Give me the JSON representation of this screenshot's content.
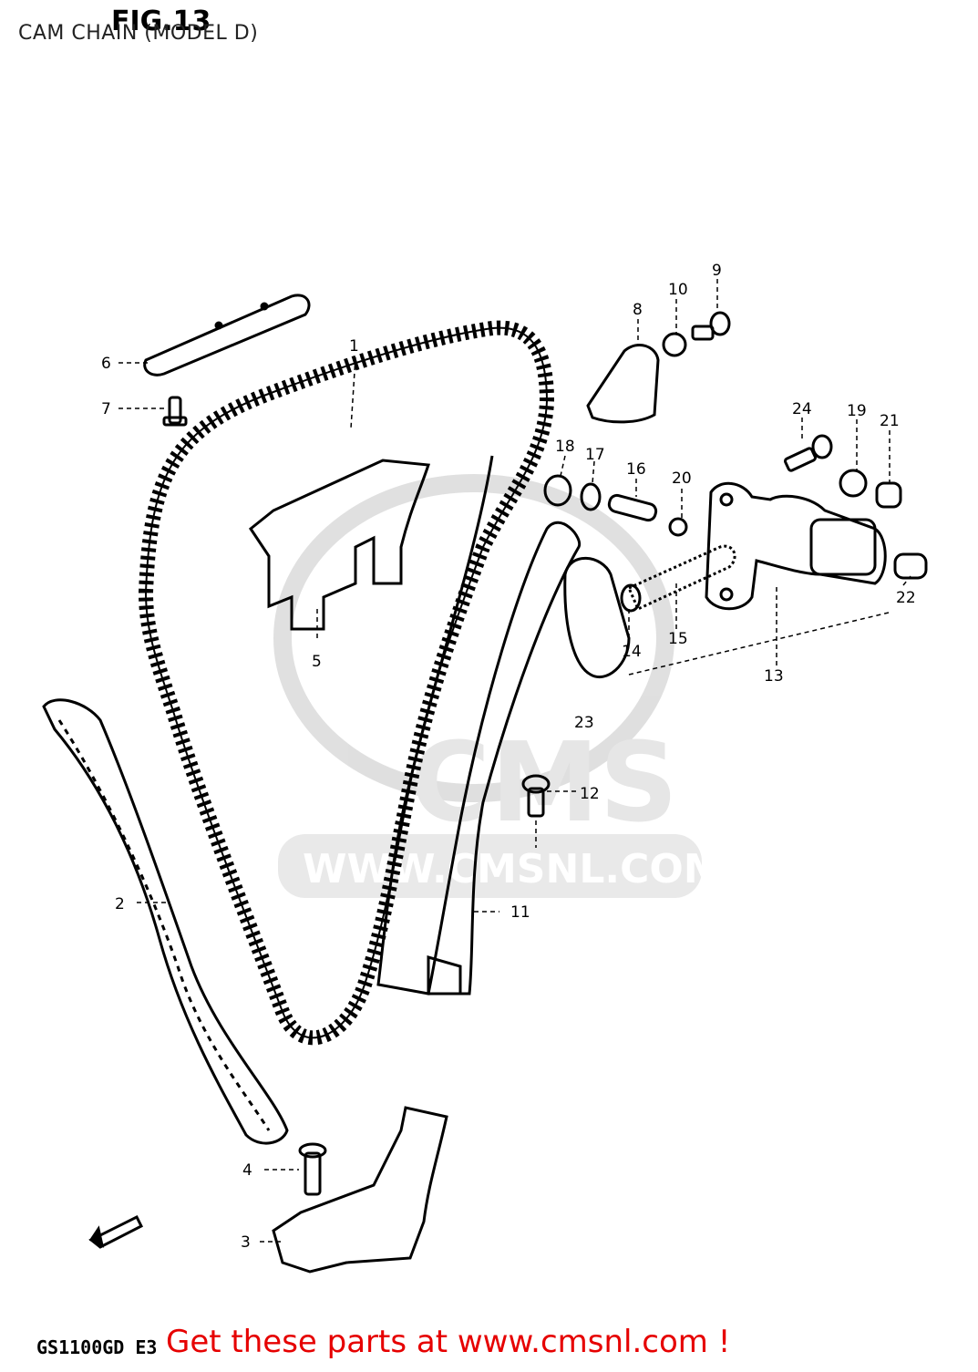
{
  "header": {
    "title": "CAM CHAIN (MODEL D)",
    "figure_label": "FIG.13"
  },
  "footer": {
    "model_code": "GS1100GD E3",
    "promo_text": "Get these parts at www.cmsnl.com !"
  },
  "watermark": {
    "logo_text": "CMS",
    "url_text": "WWW.CMSNL.COM"
  },
  "parts": [
    {
      "id": "1"
    },
    {
      "id": "2"
    },
    {
      "id": "3"
    },
    {
      "id": "4"
    },
    {
      "id": "5"
    },
    {
      "id": "6"
    },
    {
      "id": "7"
    },
    {
      "id": "8"
    },
    {
      "id": "9"
    },
    {
      "id": "10"
    },
    {
      "id": "11"
    },
    {
      "id": "12"
    },
    {
      "id": "13"
    },
    {
      "id": "14"
    },
    {
      "id": "15"
    },
    {
      "id": "16"
    },
    {
      "id": "17"
    },
    {
      "id": "18"
    },
    {
      "id": "19"
    },
    {
      "id": "20"
    },
    {
      "id": "21"
    },
    {
      "id": "22"
    },
    {
      "id": "23"
    },
    {
      "id": "24"
    }
  ]
}
